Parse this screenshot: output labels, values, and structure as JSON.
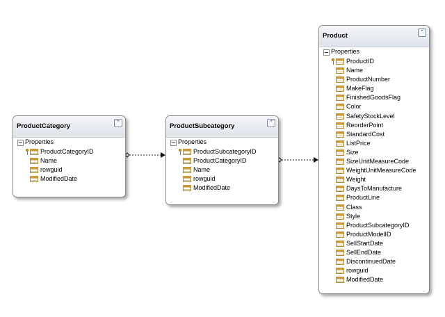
{
  "diagram": {
    "section_label": "Properties",
    "entities": [
      {
        "id": "productcategory",
        "title": "ProductCategory",
        "properties": [
          {
            "name": "ProductCategoryID",
            "key": true
          },
          {
            "name": "Name",
            "key": false
          },
          {
            "name": "rowguid",
            "key": false
          },
          {
            "name": "ModifiedDate",
            "key": false
          }
        ]
      },
      {
        "id": "productsubcategory",
        "title": "ProductSubcategory",
        "properties": [
          {
            "name": "ProductSubcategoryID",
            "key": true
          },
          {
            "name": "ProductCategoryID",
            "key": false
          },
          {
            "name": "Name",
            "key": false
          },
          {
            "name": "rowguid",
            "key": false
          },
          {
            "name": "ModifiedDate",
            "key": false
          }
        ]
      },
      {
        "id": "product",
        "title": "Product",
        "properties": [
          {
            "name": "ProductID",
            "key": true
          },
          {
            "name": "Name",
            "key": false
          },
          {
            "name": "ProductNumber",
            "key": false
          },
          {
            "name": "MakeFlag",
            "key": false
          },
          {
            "name": "FinishedGoodsFlag",
            "key": false
          },
          {
            "name": "Color",
            "key": false
          },
          {
            "name": "SafetyStockLevel",
            "key": false
          },
          {
            "name": "ReorderPoint",
            "key": false
          },
          {
            "name": "StandardCost",
            "key": false
          },
          {
            "name": "ListPrice",
            "key": false
          },
          {
            "name": "Size",
            "key": false
          },
          {
            "name": "SizeUnitMeasureCode",
            "key": false
          },
          {
            "name": "WeightUnitMeasureCode",
            "key": false
          },
          {
            "name": "Weight",
            "key": false
          },
          {
            "name": "DaysToManufacture",
            "key": false
          },
          {
            "name": "ProductLine",
            "key": false
          },
          {
            "name": "Class",
            "key": false
          },
          {
            "name": "Style",
            "key": false
          },
          {
            "name": "ProductSubcategoryID",
            "key": false
          },
          {
            "name": "ProductModelID",
            "key": false
          },
          {
            "name": "SellStartDate",
            "key": false
          },
          {
            "name": "SellEndDate",
            "key": false
          },
          {
            "name": "DiscontinuedDate",
            "key": false
          },
          {
            "name": "rowguid",
            "key": false
          },
          {
            "name": "ModifiedDate",
            "key": false
          }
        ]
      }
    ],
    "associations": [
      {
        "from": "productcategory",
        "to": "productsubcategory"
      },
      {
        "from": "productsubcategory",
        "to": "product"
      }
    ],
    "icons": {
      "collapse": "collapse-up-icon",
      "key": "key-icon",
      "column": "column-icon"
    }
  }
}
